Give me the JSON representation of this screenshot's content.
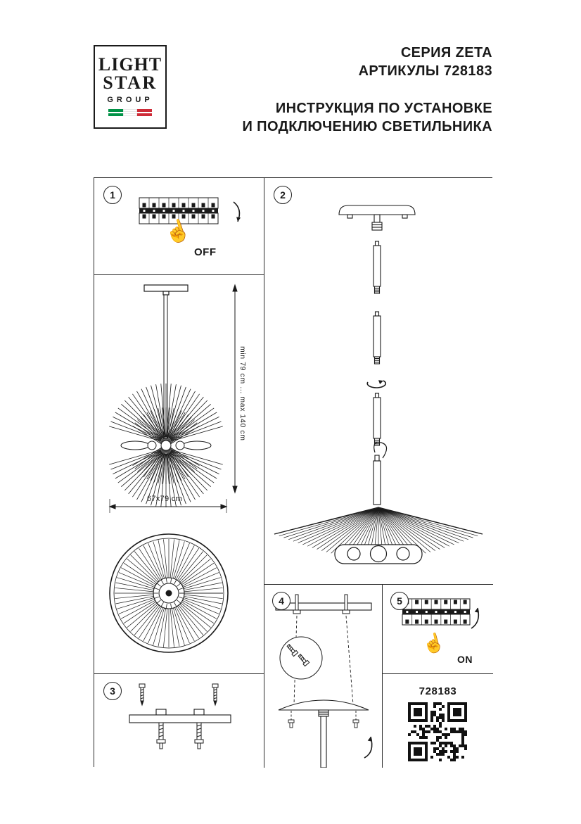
{
  "logo": {
    "line1": "LIGHT",
    "line2": "STAR",
    "line3": "GROUP"
  },
  "header": {
    "series": "СЕРИЯ ZETA",
    "articles": "АРТИКУЛЫ 728183",
    "instruction_line1": "ИНСТРУКЦИЯ ПО УСТАНОВКЕ",
    "instruction_line2": "И ПОДКЛЮЧЕНИЮ СВЕТИЛЬНИКА"
  },
  "steps": {
    "s1": {
      "number": "1",
      "power_label": "OFF"
    },
    "s2": {
      "number": "2"
    },
    "s3": {
      "number": "3"
    },
    "s4": {
      "number": "4"
    },
    "s5": {
      "number": "5",
      "power_label": "ON"
    }
  },
  "dimensions": {
    "height_range": "min 79 cm ... max 140 cm",
    "footprint": "67x79 cm"
  },
  "footer": {
    "article": "728183"
  },
  "icons": {
    "hand_up": "☝"
  },
  "colors": {
    "ink": "#1a1a1a",
    "flag_green": "#009246",
    "flag_white": "#ffffff",
    "flag_red": "#ce2b37"
  }
}
